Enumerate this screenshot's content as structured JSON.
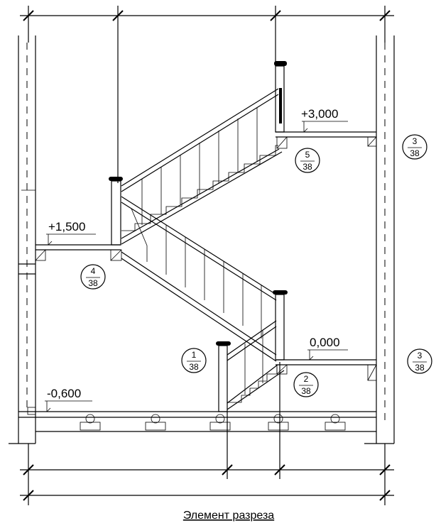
{
  "elevations": {
    "top": "+3,000",
    "mid": "+1,500",
    "ground": "0,000",
    "base": "-0,600"
  },
  "callouts": [
    {
      "num": "5",
      "den": "38"
    },
    {
      "num": "4",
      "den": "38"
    },
    {
      "num": "1",
      "den": "38"
    },
    {
      "num": "2",
      "den": "38"
    },
    {
      "num": "3",
      "den": "38"
    },
    {
      "num": "3",
      "den": "38"
    }
  ],
  "caption": "Элемент разреза"
}
